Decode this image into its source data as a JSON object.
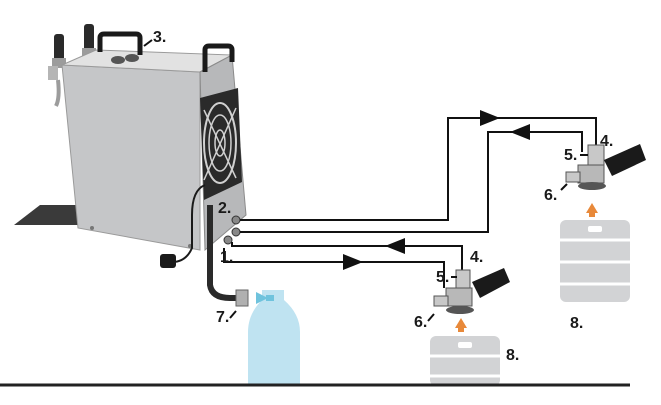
{
  "labels": {
    "l1": "1.",
    "l2": "2.",
    "l3": "3.",
    "l4a": "4.",
    "l4b": "4.",
    "l5a": "5.",
    "l5b": "5.",
    "l6a": "6.",
    "l6b": "6.",
    "l7": "7.",
    "l8a": "8.",
    "l8b": "8."
  },
  "colors": {
    "line": "#111111",
    "cooler_body": "#c9cacc",
    "keg": "#d2d3d5",
    "water_bottle": "#bfe3f1",
    "co2_arrow": "#e8893a",
    "water_arrow": "#6fc3dd"
  },
  "icons": [
    "fan-grille-icon",
    "beer-tap-icon",
    "coupler-icon",
    "keg-icon",
    "water-bottle-icon",
    "flow-arrow-icon"
  ]
}
